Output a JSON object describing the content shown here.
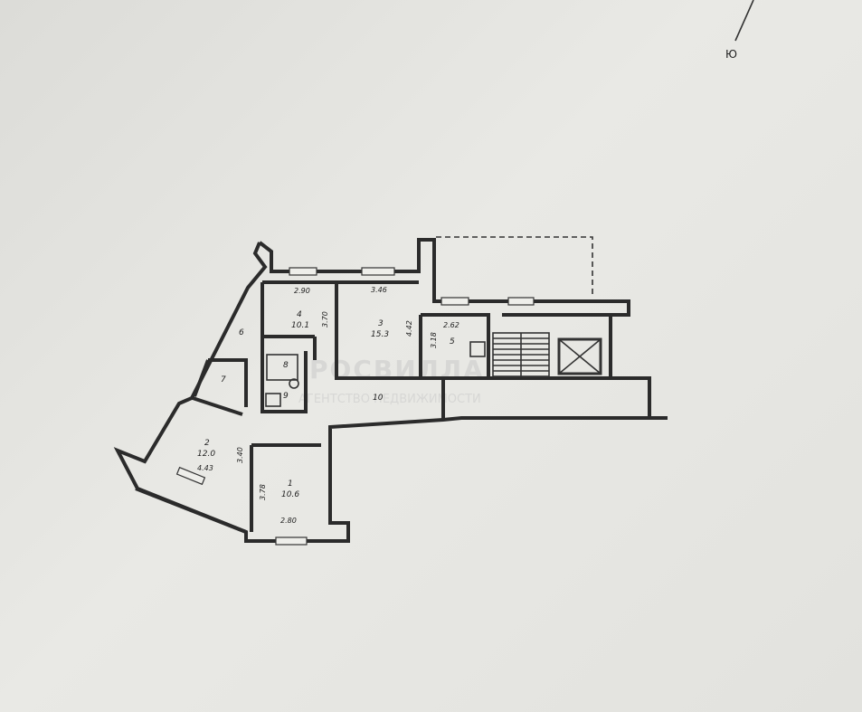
{
  "compass": {
    "label": "Ю"
  },
  "rooms": [
    {
      "id": "1",
      "area": "10.6",
      "dims": [
        "3.78",
        "2.80"
      ]
    },
    {
      "id": "2",
      "area": "12.0",
      "dims": [
        "3.40",
        "4.43"
      ]
    },
    {
      "id": "3",
      "area": "15.3",
      "dims": [
        "3.46",
        "4.42"
      ]
    },
    {
      "id": "4",
      "area": "10.1",
      "dims": [
        "2.90",
        "3.70"
      ]
    },
    {
      "id": "5",
      "dims": [
        "2.62",
        "3.18"
      ]
    },
    {
      "id": "6"
    },
    {
      "id": "7"
    },
    {
      "id": "8"
    },
    {
      "id": "9"
    },
    {
      "id": "10"
    }
  ],
  "watermark": {
    "brand": "РОСВИЛЛА",
    "subtitle": "АГЕНТСТВО НЕДВИЖИМОСТИ"
  }
}
